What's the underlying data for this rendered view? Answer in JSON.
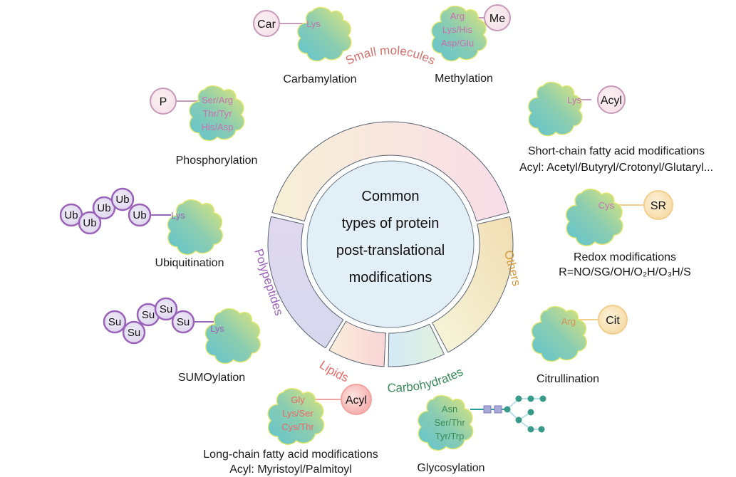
{
  "center": {
    "lines": [
      "Common",
      "types of protein",
      "post-translational",
      "modifications"
    ]
  },
  "categories": [
    {
      "id": "small-molecules",
      "label": "Small molecules",
      "color": "#d4706c"
    },
    {
      "id": "others",
      "label": "Others",
      "color": "#d49a3c"
    },
    {
      "id": "carbohydrates",
      "label": "Carbohydrates",
      "color": "#3a8a5a"
    },
    {
      "id": "lipids",
      "label": "Lipids",
      "color": "#e86a6a"
    },
    {
      "id": "polypeptides",
      "label": "Polypeptides",
      "color": "#9a62b8"
    }
  ],
  "modifications": {
    "carbamylation": {
      "name": "Carbamylation",
      "badge": "Car",
      "residues": [
        "Lys"
      ],
      "residue_color": "#c86fb0"
    },
    "methylation": {
      "name": "Methylation",
      "badge": "Me",
      "residues": [
        "Arg",
        "Lys/His",
        "Asp/Glu"
      ],
      "residue_color": "#c86fb0"
    },
    "phosphorylation": {
      "name": "Phosphorylation",
      "badge": "P",
      "residues": [
        "Ser/Arg",
        "Thr/Tyr",
        "His/Asp"
      ],
      "residue_color": "#c86fb0"
    },
    "short_chain": {
      "name": "Short-chain fatty acid modifications",
      "detail": "Acyl: Acetyl/Butyryl/Crotonyl/Glutaryl...",
      "badge": "Acyl",
      "residues": [
        "Lys"
      ],
      "residue_color": "#c86fb0"
    },
    "redox": {
      "name": "Redox modifications",
      "detail": "R=NO/SG/OH/O₂H/O₃H/S",
      "badge": "SR",
      "residues": [
        "Cys"
      ],
      "residue_color": "#c86fb0"
    },
    "citrullination": {
      "name": "Citrullination",
      "badge": "Cit",
      "residues": [
        "Arg"
      ],
      "residue_color": "#d8905a"
    },
    "glycosylation": {
      "name": "Glycosylation",
      "residues": [
        "Asn",
        "Ser/Thr",
        "Tyr/Trp"
      ],
      "residue_color": "#3a8a5a"
    },
    "long_chain": {
      "name": "Long-chain fatty acid modifications",
      "detail": "Acyl: Myristoyl/Palmitoyl",
      "badge": "Acyl",
      "residues": [
        "Gly",
        "Lys/Ser",
        "Cys/Thr"
      ],
      "residue_color": "#e86a6a"
    },
    "ubiquitination": {
      "name": "Ubiquitination",
      "chain_unit": "Ub",
      "chain_count": 5,
      "residues": [
        "Lys"
      ],
      "residue_color": "#9a62b8"
    },
    "sumoylation": {
      "name": "SUMOylation",
      "chain_unit": "Su",
      "chain_count": 5,
      "residues": [
        "Lys"
      ],
      "residue_color": "#9a62b8"
    }
  }
}
